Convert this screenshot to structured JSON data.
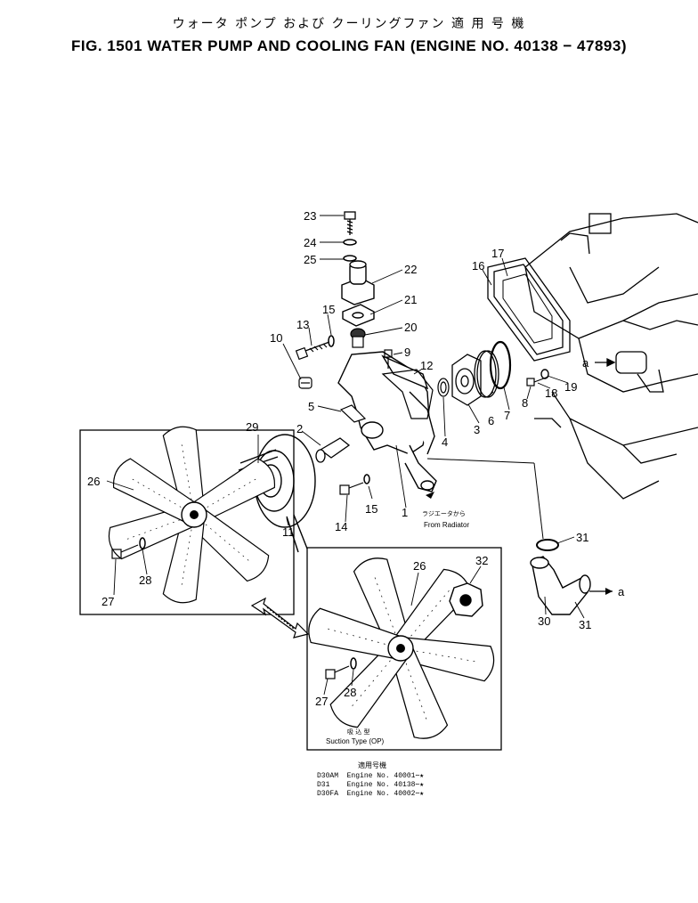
{
  "title_jp": "ウォータ ポンプ および クーリングファン  適 用 号 機",
  "title_en": "FIG. 1501 WATER PUMP AND COOLING FAN (ENGINE NO. 40138 − 47893)",
  "callouts": {
    "c1": "1",
    "c2": "2",
    "c3": "3",
    "c4": "4",
    "c5": "5",
    "c6": "6",
    "c7": "7",
    "c8": "8",
    "c9": "9",
    "c10": "10",
    "c11": "11",
    "c12": "12",
    "c13": "13",
    "c14": "14",
    "c15a": "15",
    "c15b": "15",
    "c16": "16",
    "c17": "17",
    "c18": "18",
    "c19": "19",
    "c20": "20",
    "c21": "21",
    "c22": "22",
    "c23": "23",
    "c24": "24",
    "c25": "25",
    "c26a": "26",
    "c26b": "26",
    "c27a": "27",
    "c27b": "27",
    "c28a": "28",
    "c28b": "28",
    "c29": "29",
    "c30": "30",
    "c31a": "31",
    "c31b": "31",
    "c32": "32",
    "ca1": "a",
    "ca2": "a"
  },
  "radiator_jp": "ラジエータから",
  "radiator_en": "From Radiator",
  "suction_jp": "吸 込 型",
  "suction_en": "Suction Type (OP)",
  "footer": {
    "header": "適用号機",
    "rows": [
      {
        "model": "D30AM",
        "text": "Engine No. 40001∼★"
      },
      {
        "model": "D31",
        "text": "Engine No. 40138∼★"
      },
      {
        "model": "D30FA",
        "text": "Engine No. 40002∼★"
      }
    ]
  }
}
